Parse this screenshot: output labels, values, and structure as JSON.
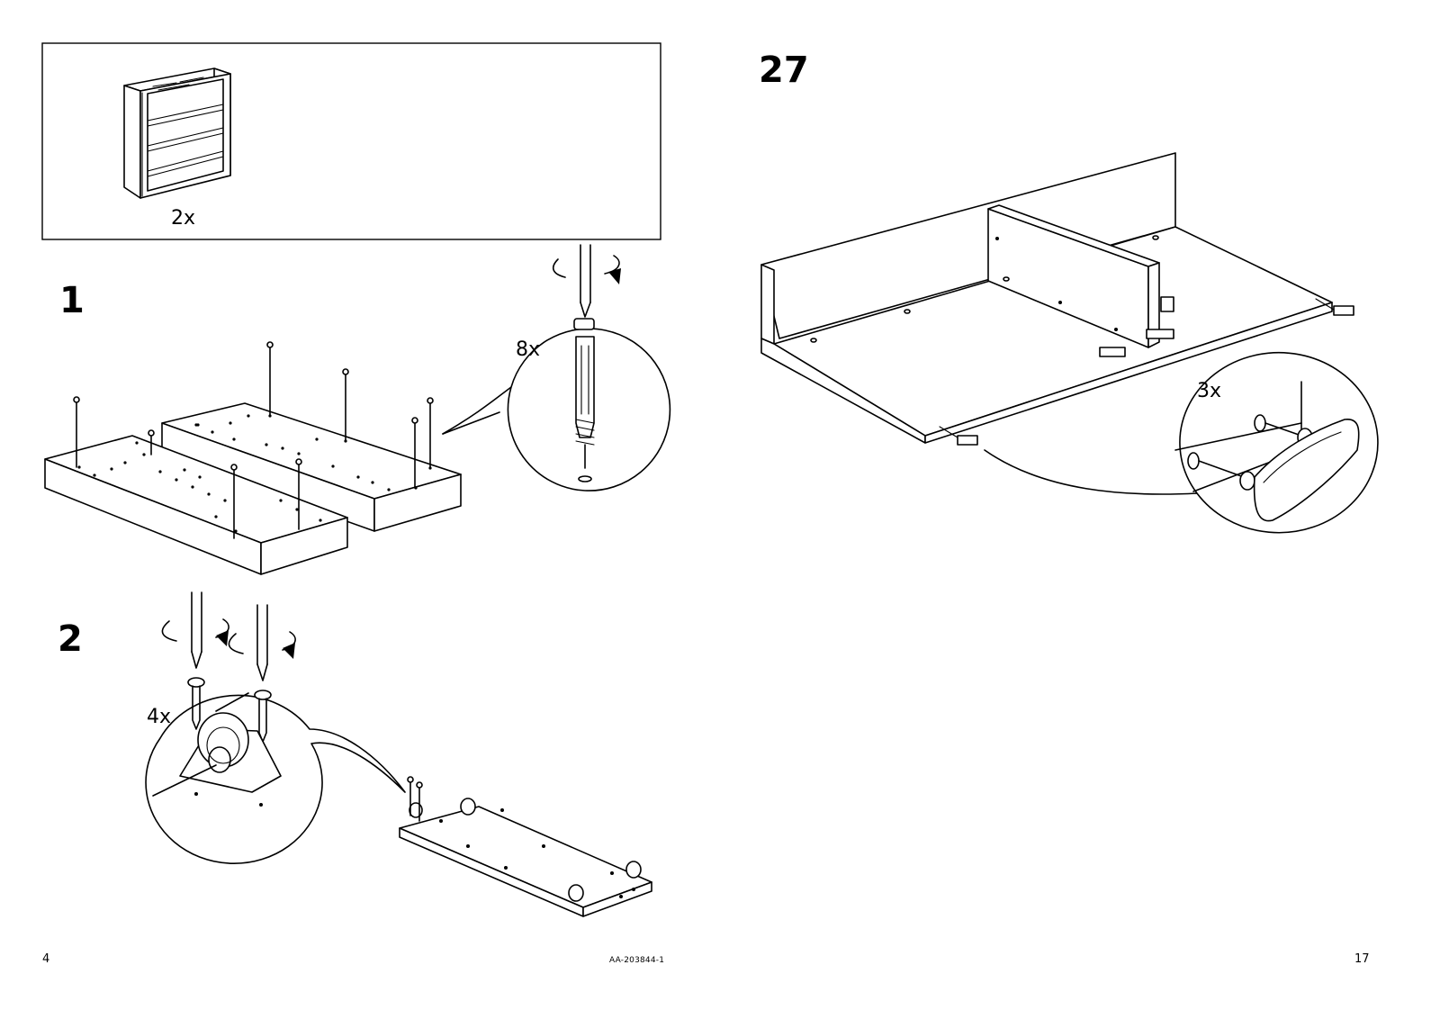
{
  "left_page": {
    "overview": {
      "quantity": "2x"
    },
    "steps": [
      {
        "number": "1",
        "quantity": "8x"
      },
      {
        "number": "2",
        "quantity": "4x"
      }
    ],
    "page_number": "4"
  },
  "right_page": {
    "steps": [
      {
        "number": "27",
        "quantity": "3x"
      }
    ],
    "page_number": "17"
  },
  "document_id": "AA-203844-1"
}
